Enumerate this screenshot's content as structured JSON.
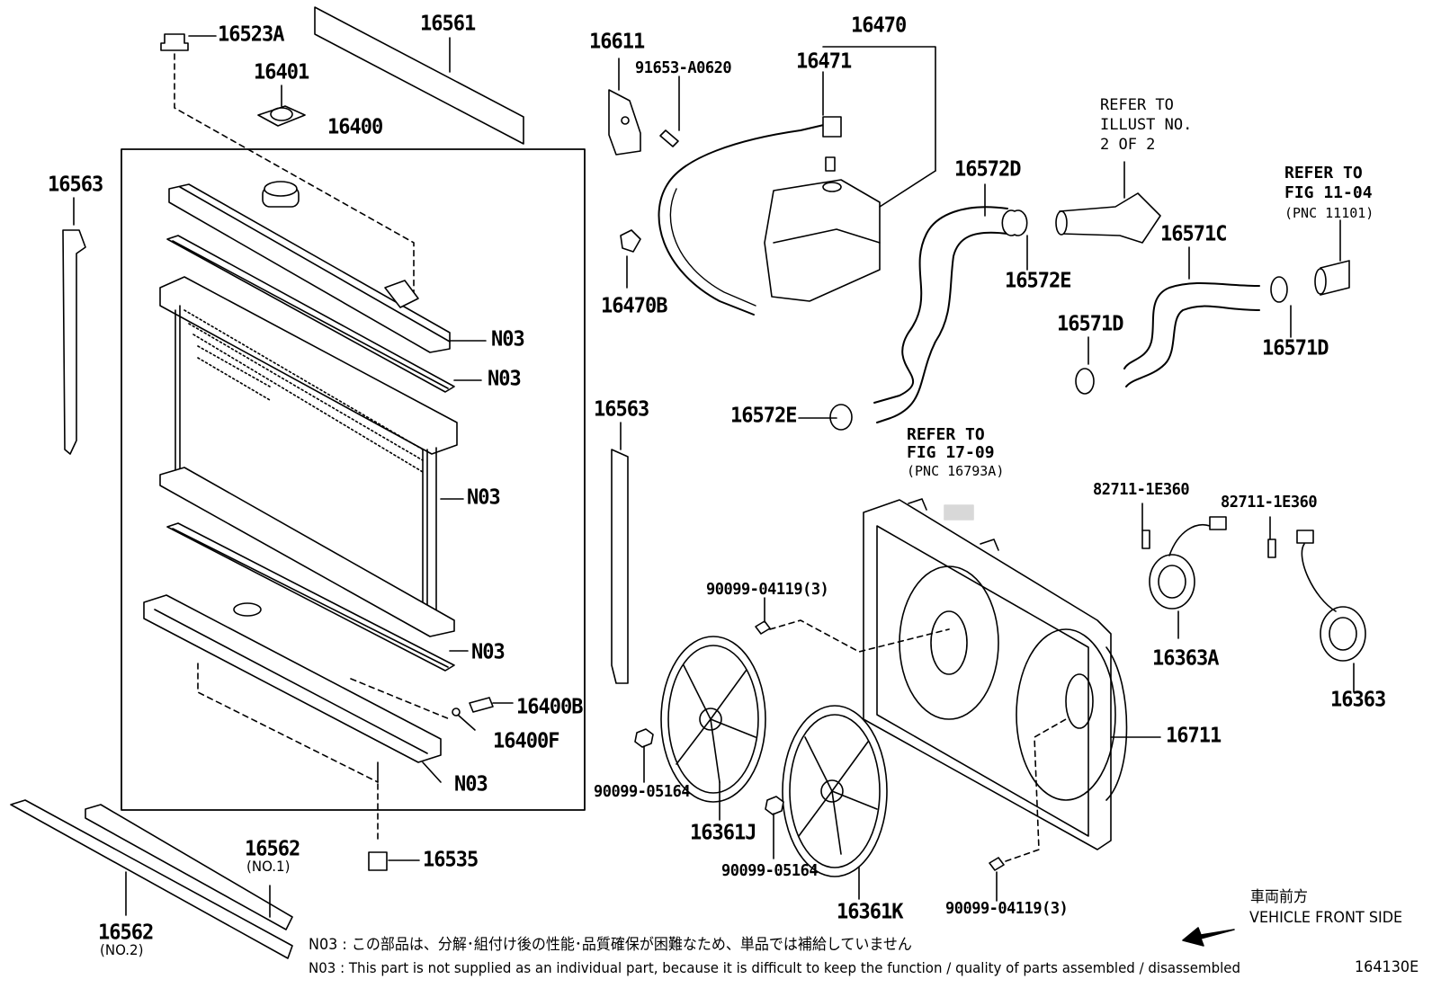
{
  "callouts": {
    "p16523A": "16523A",
    "p16561": "16561",
    "p16401": "16401",
    "p16400": "16400",
    "p16563_left": "16563",
    "p16563_mid": "16563",
    "n03_1": "N03",
    "n03_2": "N03",
    "n03_3": "N03",
    "n03_4": "N03",
    "n03_5": "N03",
    "p16400B": "16400B",
    "p16400F": "16400F",
    "p16535": "16535",
    "p16562_no1": "16562",
    "p16562_no1_sub": "(NO.1)",
    "p16562_no2": "16562",
    "p16562_no2_sub": "(NO.2)",
    "p16611": "16611",
    "p91653": "91653-A0620",
    "p16470": "16470",
    "p16471": "16471",
    "p16470B": "16470B",
    "p16572D": "16572D",
    "p16572E_upper": "16572E",
    "p16572E_lower": "16572E",
    "p16571C": "16571C",
    "p16571D_left": "16571D",
    "p16571D_right": "16571D",
    "p90099_04119_a": "90099-04119(3)",
    "p90099_04119_b": "90099-04119(3)",
    "p90099_05164_a": "90099-05164",
    "p90099_05164_b": "90099-05164",
    "p16361J": "16361J",
    "p16361K": "16361K",
    "p16711": "16711",
    "p82711_a": "82711-1E360",
    "p82711_b": "82711-1E360",
    "p16363A": "16363A",
    "p16363": "16363"
  },
  "references": {
    "illust": [
      "REFER TO",
      "ILLUST NO.",
      "2 OF 2"
    ],
    "fig1104": [
      "REFER TO",
      "FIG 11-04",
      "(PNC 11101)"
    ],
    "fig1709": [
      "REFER TO",
      "FIG 17-09",
      "(PNC 16793A)"
    ]
  },
  "direction": {
    "jp": "車両前方",
    "en": "VEHICLE FRONT SIDE"
  },
  "notes": {
    "jp": "N03 : この部品は、分解･組付け後の性能･品質確保が困難なため、単品では補給していません",
    "en": "N03 : This part is not supplied as an individual part, because it is difficult to keep the function / quality of parts assembled / disassembled"
  },
  "figure_id": "164130E"
}
